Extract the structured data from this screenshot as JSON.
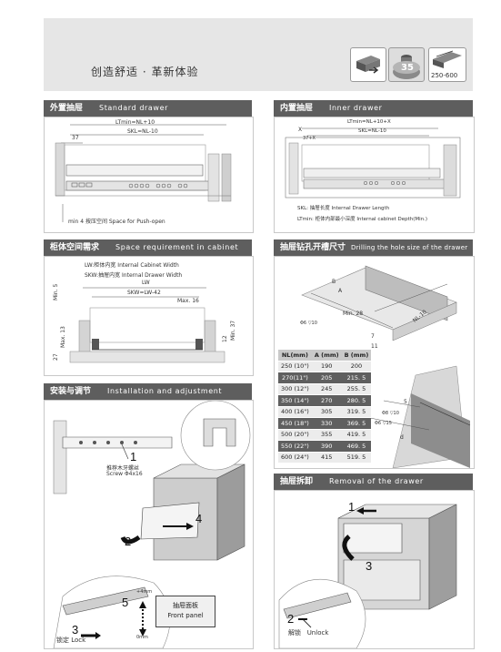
{
  "banner": {
    "slogan": "创造舒适 · 革新体验",
    "icons": [
      {
        "name": "soft-close-drawer-icon",
        "label": ""
      },
      {
        "name": "load-capacity-icon",
        "label": "35"
      },
      {
        "name": "length-range-icon",
        "label": "250-600"
      }
    ]
  },
  "sections": {
    "standard_drawer": {
      "title_zh": "外置抽屉",
      "title_en": "Standard drawer",
      "lt_label": "LTmin=NL+10",
      "skl_label": "SKL=NL-10",
      "dim_37": "37",
      "pushopen_note": "min 4  按压空间  Space for Push-open"
    },
    "inner_drawer": {
      "title_zh": "内置抽屉",
      "title_en": "Inner drawer",
      "lt_label": "LTmin=NL+10+X",
      "skl_label": "SKL=NL-10",
      "dim_x": "X",
      "dim_37x": "37+X",
      "note_skl": "SKL: 抽屉长度  Internal Drawer Length",
      "note_lt": "LTmin: 柜体内部最小深度  Internal cabinet Depth(Min.)"
    },
    "cabinet_space": {
      "title_zh": "柜体空间需求",
      "title_en": "Space requirement in cabinet",
      "lw_note": "LW:柜体内宽    Internal Cabinet  Width",
      "skw_note": "SKW:抽屉内宽    Internal Drawer Width",
      "lw": "LW",
      "skw": "SKW=LW-42",
      "max16": "Max. 16",
      "min5": "Min. 5",
      "max13": "Max. 13",
      "min37": "Min. 37",
      "dim12": "12",
      "dim27": "27"
    },
    "drilling": {
      "title_zh": "抽屉钻孔开槽尺寸",
      "title_en": "Drilling  the hole size of the drawer",
      "dim_a": "A",
      "dim_b": "B",
      "min28": "Min. 28",
      "phi10": "Φ6 ▽10",
      "nl10": "NL-10",
      "dim7": "7",
      "dim11": "11",
      "dim5": "5",
      "dim_d": "d",
      "phi8": "Φ8 ▽10",
      "phi6": "Φ6 ▽15",
      "table_headers": [
        "NL(mm)",
        "A (mm)",
        "B (mm)"
      ],
      "table_rows": [
        [
          "250 (10\")",
          "190",
          "200"
        ],
        [
          "270(11\")",
          "205",
          "215. 5"
        ],
        [
          "300 (12\")",
          "245",
          "255. 5"
        ],
        [
          "350 (14\")",
          "270",
          "280. 5"
        ],
        [
          "400 (16\")",
          "305",
          "319. 5"
        ],
        [
          "450 (18\")",
          "330",
          "369. 5"
        ],
        [
          "500 (20\")",
          "355",
          "419. 5"
        ],
        [
          "550 (22\")",
          "390",
          "469. 5"
        ],
        [
          "600 (24\")",
          "415",
          "519. 5"
        ]
      ]
    },
    "installation": {
      "title_zh": "安装与调节",
      "title_en": "Installation  and  adjustment",
      "screw_zh": "推荐木牙螺丝",
      "screw_en": "Screw Φ4x16",
      "step1": "1",
      "step2": "2",
      "step3": "3",
      "step4": "4",
      "step5": "5",
      "plus4": "+4mm",
      "zero": "0mm",
      "lock_zh": "锁定",
      "lock_en": "Lock",
      "panel_zh": "抽屉面板",
      "panel_en": "Front panel"
    },
    "removal": {
      "title_zh": "抽屉拆卸",
      "title_en": "Removal  of  the  drawer",
      "step1": "1",
      "step2": "2",
      "step3": "3",
      "unlock_zh": "解锁",
      "unlock_en": "Unlock"
    }
  }
}
